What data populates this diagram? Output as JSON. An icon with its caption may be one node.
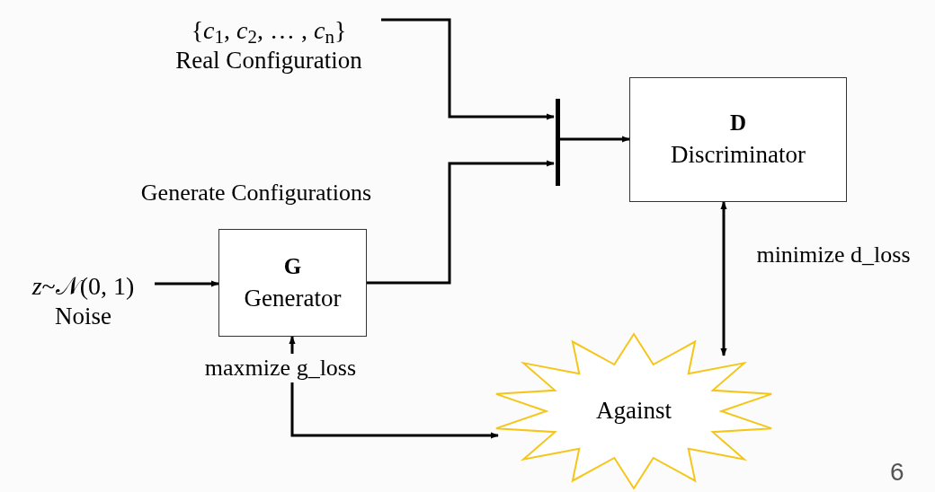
{
  "diagram": {
    "nodes": [
      {
        "text": [
          "{*c*$_{1}$, *c*$_{2}$, … , *c*$_{n}$}",
          "Real Configuration"
        ]
      },
      {
        "text": [],
        "shape": "bar"
      },
      {
        "text": [
          "D",
          "Discriminator"
        ]
      },
      {
        "text": [
          "*z*~𝒩(0, 1)",
          "Noise"
        ]
      },
      {
        "text": [
          "G",
          "Generator"
        ],
        "beside": [
          "Generate Configurations"
        ]
      },
      {
        "text": [
          "Against"
        ]
      }
    ],
    "edges": [
      {
        "from": 0,
        "to": 1,
        "arrow": "to"
      },
      {
        "from": 4,
        "to": 1,
        "arrow": "to"
      },
      {
        "from": 1,
        "to": 2,
        "arrow": "to"
      },
      {
        "from": 3,
        "to": 4,
        "arrow": "to"
      },
      {
        "from": 2,
        "to": 5,
        "arrow": "both",
        "label": "minimize d_loss"
      },
      {
        "from": 4,
        "to": 5,
        "arrow": "both",
        "label": "maxmize g_loss"
      }
    ],
    "labels": [
      "6"
    ]
  }
}
